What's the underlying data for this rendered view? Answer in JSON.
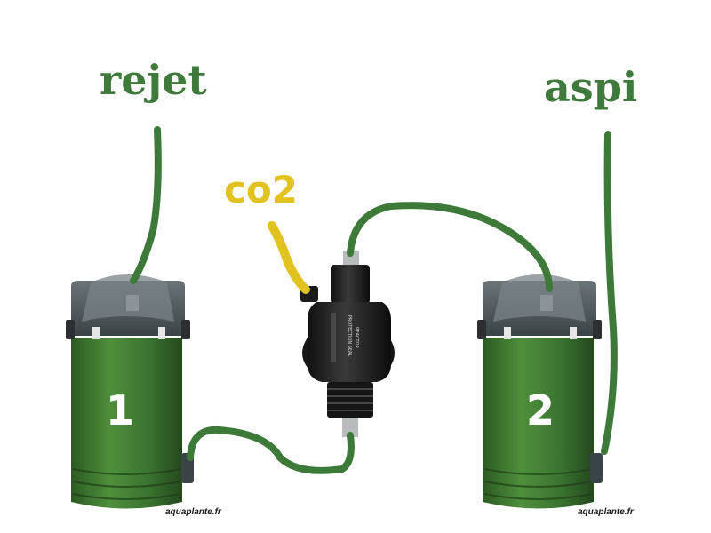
{
  "labels": {
    "outlet": "rejet",
    "intake": "aspi",
    "co2": "co2"
  },
  "filters": [
    {
      "number": "1",
      "watermark": "aquaplante.fr"
    },
    {
      "number": "2",
      "watermark": "aquaplante.fr"
    }
  ],
  "reactor": {
    "body_text_1": "PROTECTION SEAL",
    "body_text_2": "REACTOR"
  },
  "colors": {
    "hose": "#3d7a3a",
    "label_green": "#3f7a3c",
    "co2": "#e2c21f",
    "canister": "#3f7d31",
    "head": "#525a5e"
  }
}
